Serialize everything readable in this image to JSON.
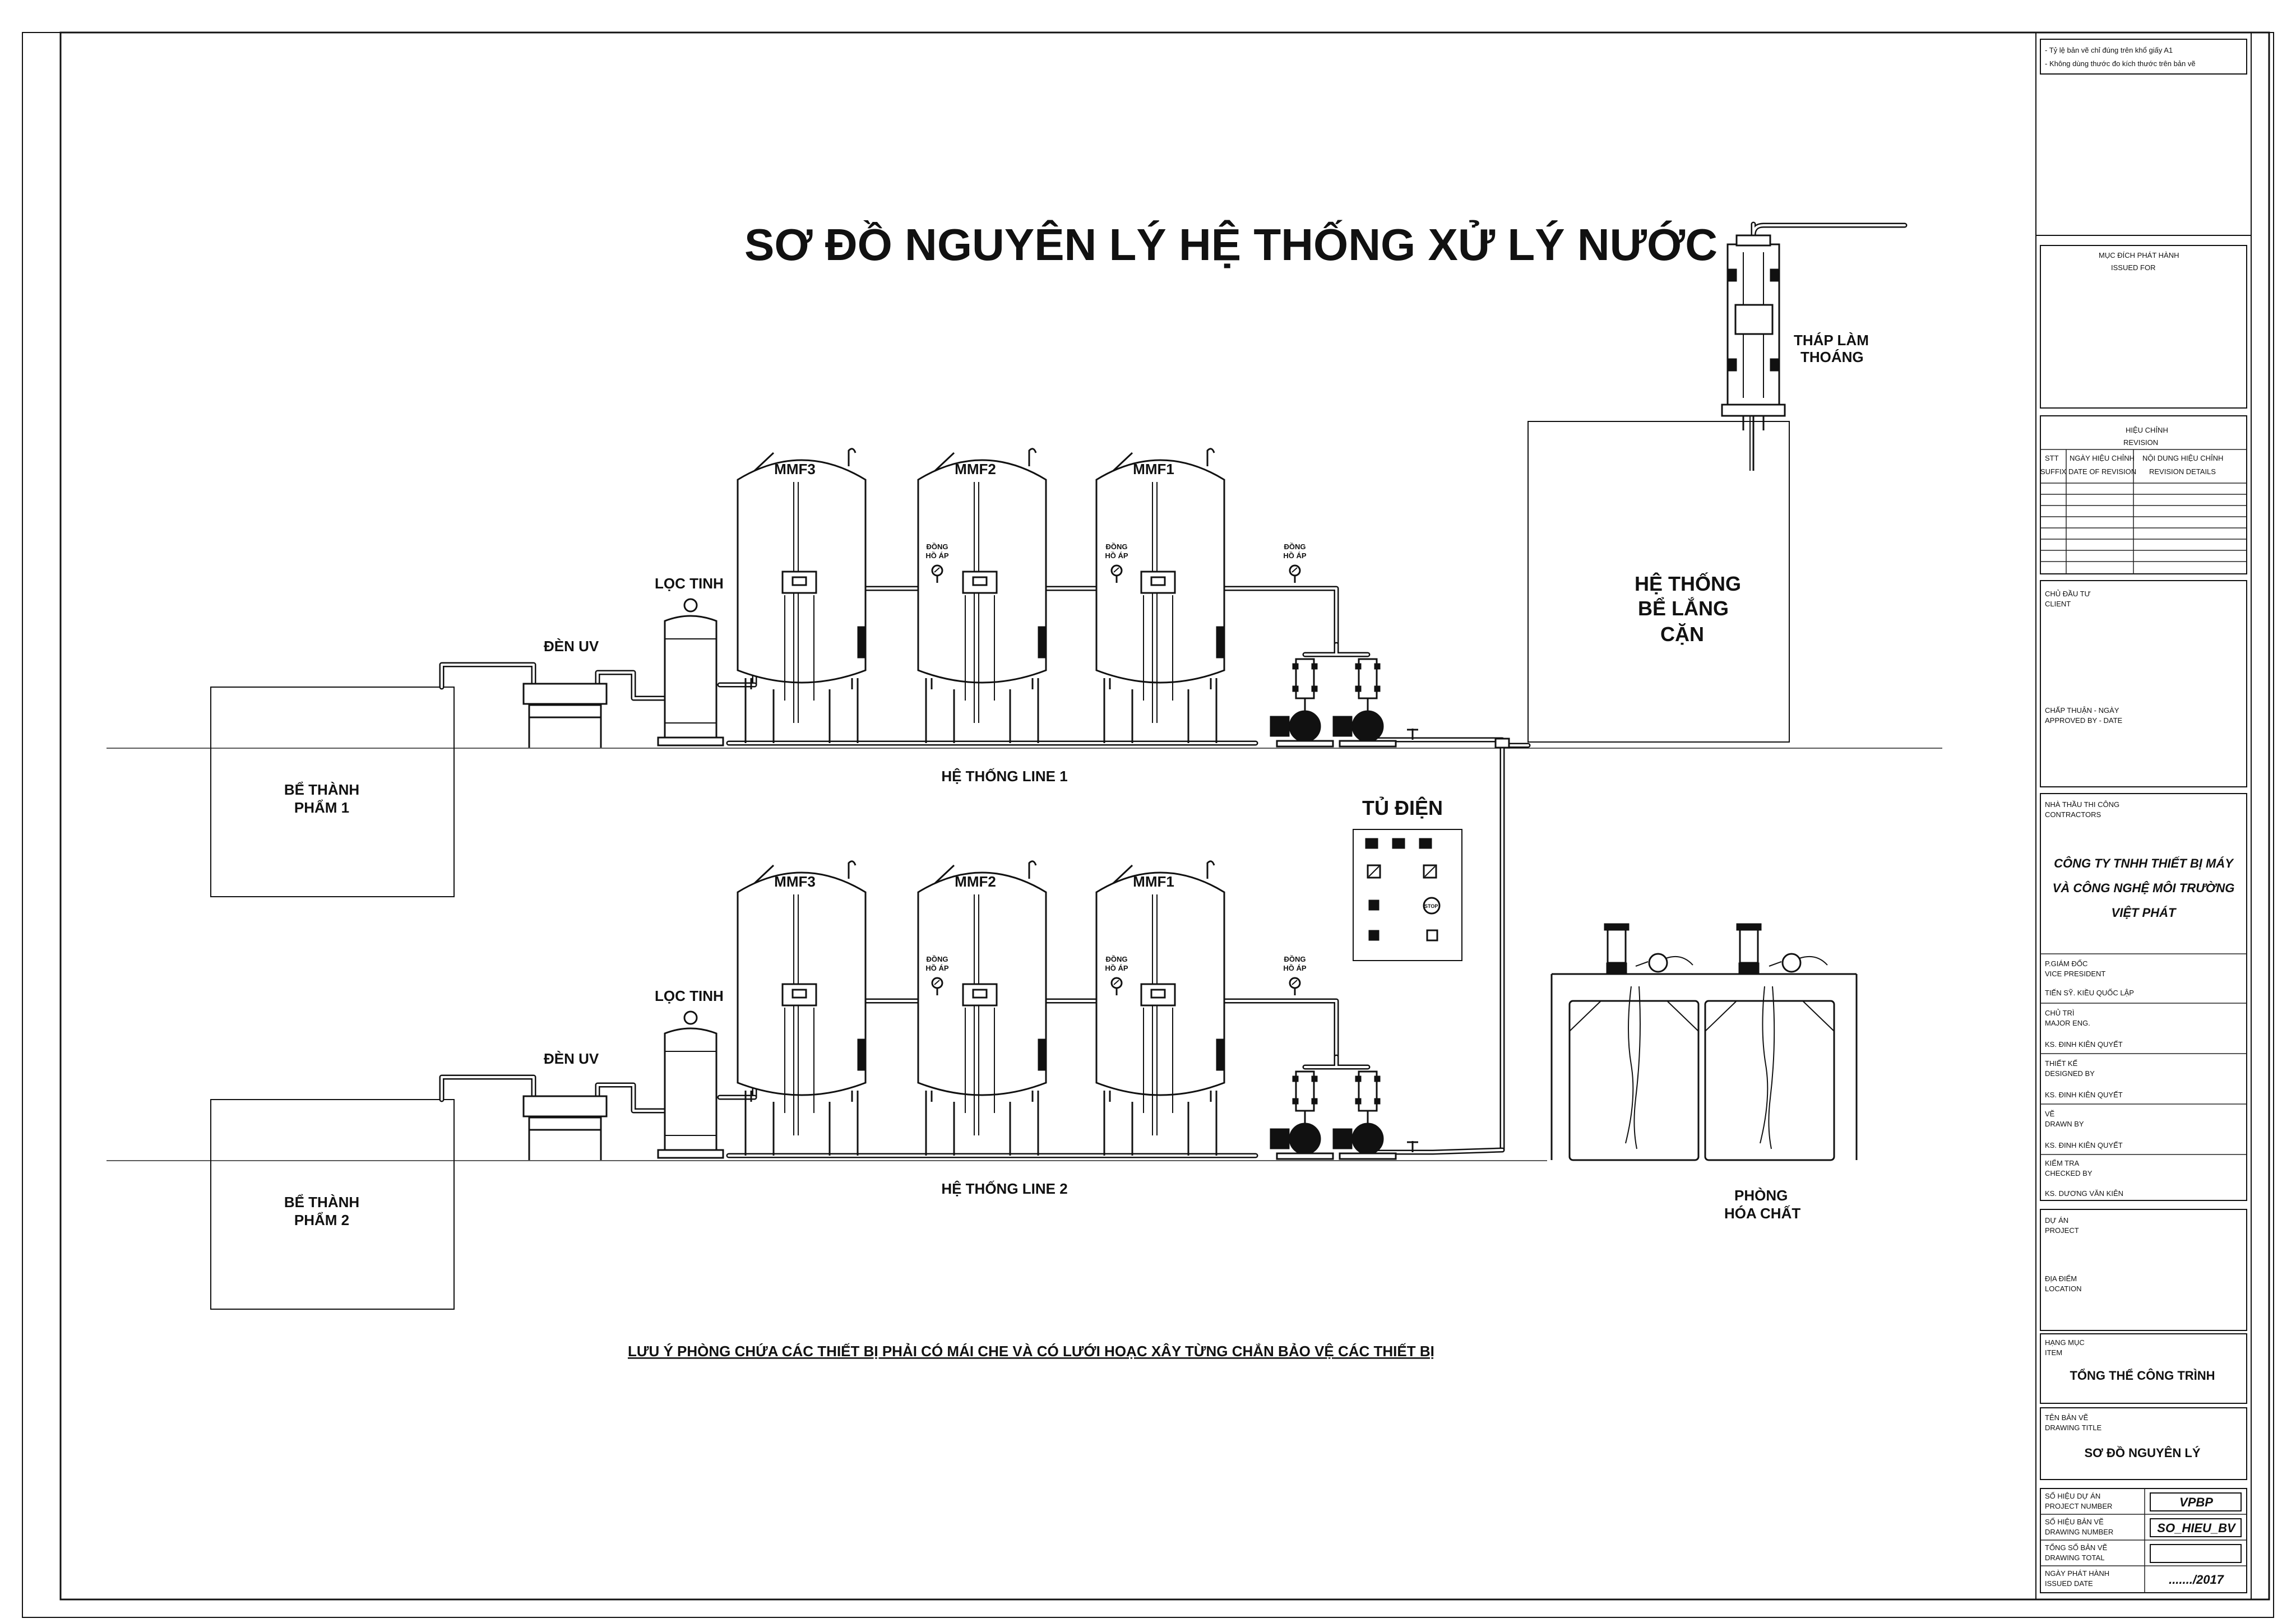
{
  "drawing": {
    "title": "SƠ ĐỒ NGUYÊN LÝ HỆ THỐNG XỬ LÝ NƯỚC",
    "note": "LƯU Ý PHÒNG CHỨA CÁC THIẾT BỊ PHẢI CÓ MÁI CHE VÀ CÓ LƯỚI HOẠC XÂY TỪNG CHẮN BẢO VỆ CÁC THIẾT BỊ",
    "aeration_tower": [
      "THÁP LÀM",
      "THOÁNG"
    ],
    "sedimentation": [
      "HỆ THỐNG",
      "BỂ LẮNG",
      "CẶN"
    ],
    "control_panel": "TỦ ĐIỆN",
    "panel_stop": "STOP",
    "chemical_room": [
      "PHÒNG",
      "HÓA CHẤT"
    ],
    "gauge_label": [
      "ĐỒNG",
      "HỒ ÁP"
    ],
    "lines": [
      {
        "filters": [
          "MMF3",
          "MMF2",
          "MMF1"
        ],
        "fine_filter": "LỌC TINH",
        "uv": "ĐÈN UV",
        "tank": [
          "BỂ THÀNH",
          "PHẨM 1"
        ],
        "system": "HỆ THỐNG LINE 1"
      },
      {
        "filters": [
          "MMF3",
          "MMF2",
          "MMF1"
        ],
        "fine_filter": "LỌC TINH",
        "uv": "ĐÈN UV",
        "tank": [
          "BỂ THÀNH",
          "PHẨM 2"
        ],
        "system": "HỆ THỐNG LINE 2"
      }
    ]
  },
  "title_block": {
    "notes": [
      "- Tỷ lệ bản vẽ chỉ đúng trên khổ giấy A1",
      "- Không dùng thước đo kích thước trên bản vẽ"
    ],
    "issued_vn": "MỤC ĐÍCH PHÁT HÀNH",
    "issued_en": "ISSUED FOR",
    "revision_vn": "HIỆU CHỈNH",
    "revision_en": "REVISION",
    "rev_col1_vn": "STT",
    "rev_col1_en": "SUFFIX",
    "rev_col2_vn": "NGÀY HIỆU CHỈNH",
    "rev_col2_en": "DATE OF REVISION",
    "rev_col3_vn": "NỘI DUNG HIỆU CHỈNH",
    "rev_col3_en": "REVISION DETAILS",
    "client_vn": "CHỦ ĐẦU TƯ",
    "client_en": "CLIENT",
    "approved_vn": "CHẤP THUẬN - NGÀY",
    "approved_en": "APPROVED BY - DATE",
    "contractor_vn": "NHÀ THẦU THI CÔNG",
    "contractor_en": "CONTRACTORS",
    "company": [
      "CÔNG TY TNHH THIẾT BỊ MÁY",
      "VÀ CÔNG NGHỆ MÔI TRƯỜNG",
      "VIỆT PHÁT"
    ],
    "vp_vn": "P.GIÁM ĐỐC",
    "vp_en": "VICE PRESIDENT",
    "vp_name": "TIẾN SỸ. KIỀU QUỐC LẬP",
    "major_vn": "CHỦ TRÌ",
    "major_en": "MAJOR ENG.",
    "major_name": "KS. ĐINH KIÊN QUYẾT",
    "design_vn": "THIẾT KẾ",
    "design_en": "DESIGNED BY",
    "design_name": "KS. ĐINH KIÊN QUYẾT",
    "draw_vn": "VẼ",
    "draw_en": "DRAWN BY",
    "draw_name": "KS. ĐINH KIÊN QUYẾT",
    "check_vn": "KIỂM TRA",
    "check_en": "CHECKED BY",
    "check_name": "KS. DƯƠNG VĂN KIÊN",
    "project_vn": "DỰ ÁN",
    "project_en": "PROJECT",
    "location_vn": "ĐỊA ĐIỂM",
    "location_en": "LOCATION",
    "item_vn": "HẠNG MỤC",
    "item_en": "ITEM",
    "item_value": "TỔNG THỂ CÔNG TRÌNH",
    "dtitle_vn": "TÊN BẢN VẼ",
    "dtitle_en": "DRAWING TITLE",
    "dtitle_value": "SƠ ĐỒ NGUYÊN LÝ",
    "pno_vn": "SỐ HIỆU DỰ ÁN",
    "pno_en": "PROJECT NUMBER",
    "pno_value": "VPBP",
    "dno_vn": "SỐ HIỆU BẢN VẼ",
    "dno_en": "DRAWING NUMBER",
    "dno_value": "SO_HIEU_BV",
    "total_vn": "TỔNG SỐ BẢN VẼ",
    "total_en": "DRAWING TOTAL",
    "total_value": "",
    "date_vn": "NGÀY PHÁT HÀNH",
    "date_en": "ISSUED DATE",
    "date_value": "......./2017"
  }
}
